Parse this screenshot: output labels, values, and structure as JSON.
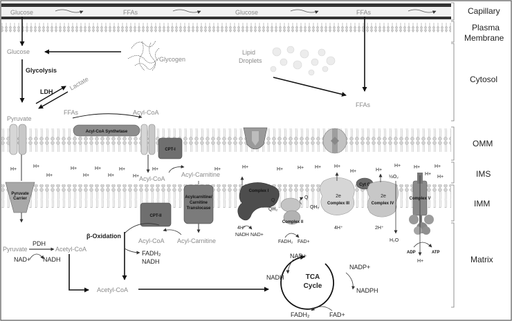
{
  "zones": {
    "capillary": "Capillary",
    "plasma_membrane_1": "Plasma",
    "plasma_membrane_2": "Membrane",
    "cytosol": "Cytosol",
    "omm": "OMM",
    "ims": "IMS",
    "imm": "IMM",
    "matrix": "Matrix"
  },
  "capillary": {
    "glucose_1": "Glucose",
    "ffas_1": "FFAs",
    "glucose_2": "Glucose",
    "ffas_2": "FFAs"
  },
  "cytosol": {
    "glucose": "Glucose",
    "glycogen": "Glycogen",
    "lipid_droplets_1": "Lipid",
    "lipid_droplets_2": "Droplets",
    "glycolysis": "Glycolysis",
    "ldh": "LDH",
    "lactate": "Lactate",
    "ffas": "FFAs",
    "pyruvate": "Pyruvate",
    "ffas_left": "FFAs",
    "acyl_coa": "Acyl-CoA",
    "acyl_coa_synthetase": "Acyl-CoA Synthetase"
  },
  "mito": {
    "cpt1": "CPT-I",
    "cpt2": "CPT-II",
    "acyl_coa_ims": "Acyl-CoA",
    "acyl_carnitine_ims": "Acyl-Carnitine",
    "translocase_1": "Acylcarnitine/",
    "translocase_2": "Carnitine",
    "translocase_3": "Translocase",
    "pyruvate_carrier_1": "Pyruvate",
    "pyruvate_carrier_2": "Carrier",
    "h_plus": "H+",
    "complex_1": "Complex I",
    "complex_2": "Complex II",
    "complex_3": "Complex III",
    "complex_4": "Complex IV",
    "complex_5": "Complex V",
    "cyt_c": "Cyt C",
    "q": "Q",
    "qh2": "QH₂",
    "two_e": "2e",
    "four_h": "4H⁺",
    "two_h": "2H⁺",
    "half_o2": "½O₂",
    "h2o": "H₂O",
    "nadh": "NADH",
    "nad_plus": "NAD+",
    "fadh2": "FADH₂",
    "fad_plus": "FAD+",
    "adp": "ADP",
    "atp": "ATP"
  },
  "matrix": {
    "pyruvate": "Pyruvate",
    "pdh": "PDH",
    "acetyl_coa_1": "Acetyl-CoA",
    "nad_plus": "NAD+",
    "nadh": "NADH",
    "beta_oxidation": "β-Oxidation",
    "fadh2": "FADH₂",
    "nadh_beta": "NADH",
    "acyl_coa": "Acyl-CoA",
    "acyl_carnitine": "Acyl-Carnitine",
    "acetyl_coa_2": "Acetyl-CoA",
    "tca_1": "TCA",
    "tca_2": "Cycle",
    "tca_nad_plus": "NAD+",
    "tca_nadh": "NADH",
    "tca_nadp_plus": "NADP+",
    "tca_nadph": "NADPH",
    "tca_fadh2": "FADH₂",
    "tca_fad_plus": "FAD+"
  }
}
